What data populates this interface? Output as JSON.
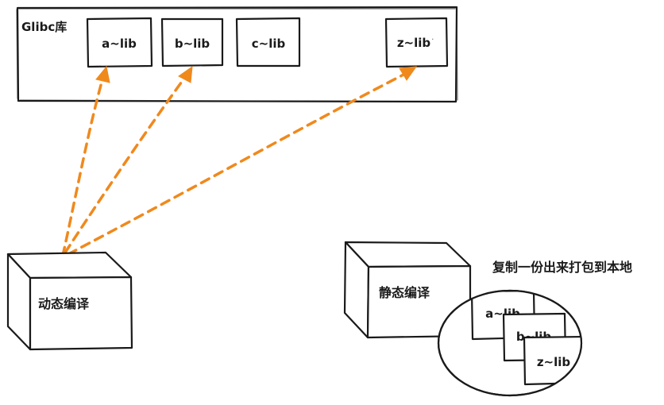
{
  "colors": {
    "stroke": "#1a1a1a",
    "arrow": "#f0891c",
    "background": "#ffffff"
  },
  "glibc": {
    "title": "Glibc库",
    "libs": [
      "a~lib",
      "b~lib",
      "c~lib",
      "z~lib"
    ],
    "dot_marker": "."
  },
  "dynamic": {
    "label": "动态编译",
    "links_to": [
      "a~lib",
      "b~lib",
      "z~lib"
    ]
  },
  "static": {
    "label": "静态编译",
    "caption": "复制一份出来打包到本地",
    "copies": [
      "a~lib",
      "b~lib",
      "z~lib"
    ]
  }
}
